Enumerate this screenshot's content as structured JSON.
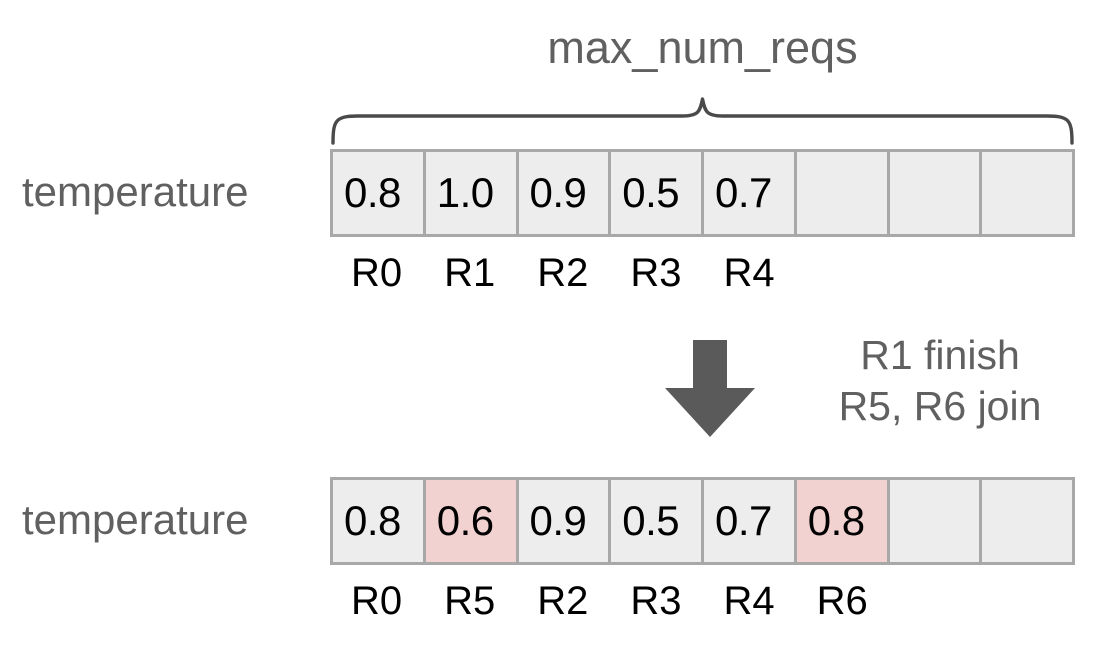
{
  "diagram": {
    "title": "max_num_reqs",
    "brace_label": "max_num_reqs",
    "colors": {
      "cell_fill": "#ededed",
      "cell_border": "#a8a8a8",
      "highlight_fill": "#f1d2d1",
      "label_gray": "#606060",
      "arrow_gray": "#5a5a5a",
      "value_text": "#000000",
      "background": "#ffffff"
    },
    "rows": [
      {
        "label": "temperature",
        "capacity": 8,
        "cells": [
          {
            "value": "0.8",
            "request": "R0",
            "highlight": false,
            "occupied": true
          },
          {
            "value": "1.0",
            "request": "R1",
            "highlight": false,
            "occupied": true
          },
          {
            "value": "0.9",
            "request": "R2",
            "highlight": false,
            "occupied": true
          },
          {
            "value": "0.5",
            "request": "R3",
            "highlight": false,
            "occupied": true
          },
          {
            "value": "0.7",
            "request": "R4",
            "highlight": false,
            "occupied": true
          },
          {
            "value": "",
            "request": "",
            "highlight": false,
            "occupied": false
          },
          {
            "value": "",
            "request": "",
            "highlight": false,
            "occupied": false
          },
          {
            "value": "",
            "request": "",
            "highlight": false,
            "occupied": false
          }
        ]
      },
      {
        "label": "temperature",
        "capacity": 8,
        "cells": [
          {
            "value": "0.8",
            "request": "R0",
            "highlight": false,
            "occupied": true
          },
          {
            "value": "0.6",
            "request": "R5",
            "highlight": true,
            "occupied": true
          },
          {
            "value": "0.9",
            "request": "R2",
            "highlight": false,
            "occupied": true
          },
          {
            "value": "0.5",
            "request": "R3",
            "highlight": false,
            "occupied": true
          },
          {
            "value": "0.7",
            "request": "R4",
            "highlight": false,
            "occupied": true
          },
          {
            "value": "0.8",
            "request": "R6",
            "highlight": true,
            "occupied": true
          },
          {
            "value": "",
            "request": "",
            "highlight": false,
            "occupied": false
          },
          {
            "value": "",
            "request": "",
            "highlight": false,
            "occupied": false
          }
        ]
      }
    ],
    "transition": {
      "arrow_icon": "arrow-down-icon",
      "lines": [
        "R1 finish",
        "R5, R6 join"
      ]
    }
  }
}
